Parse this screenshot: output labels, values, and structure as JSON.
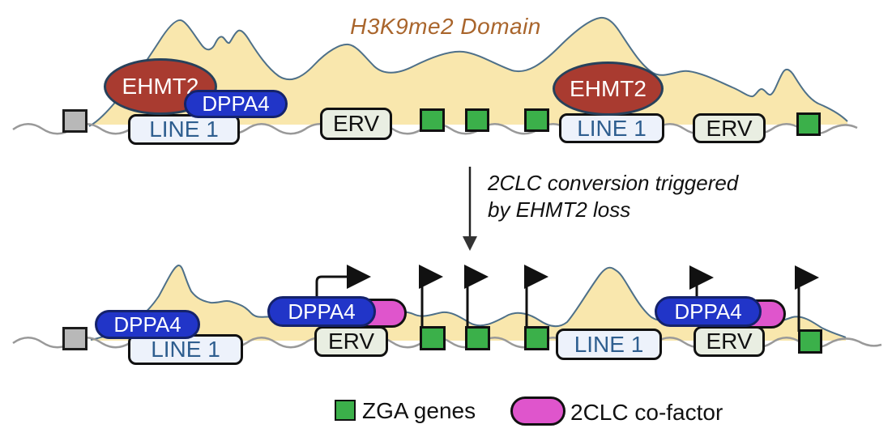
{
  "top_panel": {
    "title": "H3K9me2 Domain",
    "elements": {
      "ehmt2_left": "EHMT2",
      "ehmt2_right": "EHMT2",
      "dppa4": "DPPA4",
      "line1_left": "LINE 1",
      "line1_right": "LINE 1",
      "erv_left": "ERV",
      "erv_right": "ERV"
    }
  },
  "transition": {
    "line1": "2CLC conversion triggered",
    "line2": "by EHMT2 loss"
  },
  "bottom_panel": {
    "elements": {
      "dppa4_left": "DPPA4",
      "dppa4_mid": "DPPA4",
      "dppa4_right": "DPPA4",
      "line1_left": "LINE 1",
      "line1_right": "LINE 1",
      "erv_mid": "ERV",
      "erv_right": "ERV"
    }
  },
  "legend": {
    "zga_label": "ZGA genes",
    "cofactor_label": "2CLC co-factor"
  },
  "colors": {
    "domain_fill": "#F9E7AD",
    "domain_outline": "#4E7089",
    "chromatin_line": "#999999",
    "ehmt2_fill": "#A93B30",
    "ehmt2_border": "#27415B",
    "dppa4_fill": "#2135C8",
    "line1_fill": "#EDF2FB",
    "line1_text": "#2E5E8F",
    "erv_fill": "#E9EEE2",
    "zga_green": "#3BB04A",
    "cofactor_magenta": "#DF55CC",
    "silenced_gray": "#B8B8B8",
    "title_brown": "#A9652C"
  }
}
